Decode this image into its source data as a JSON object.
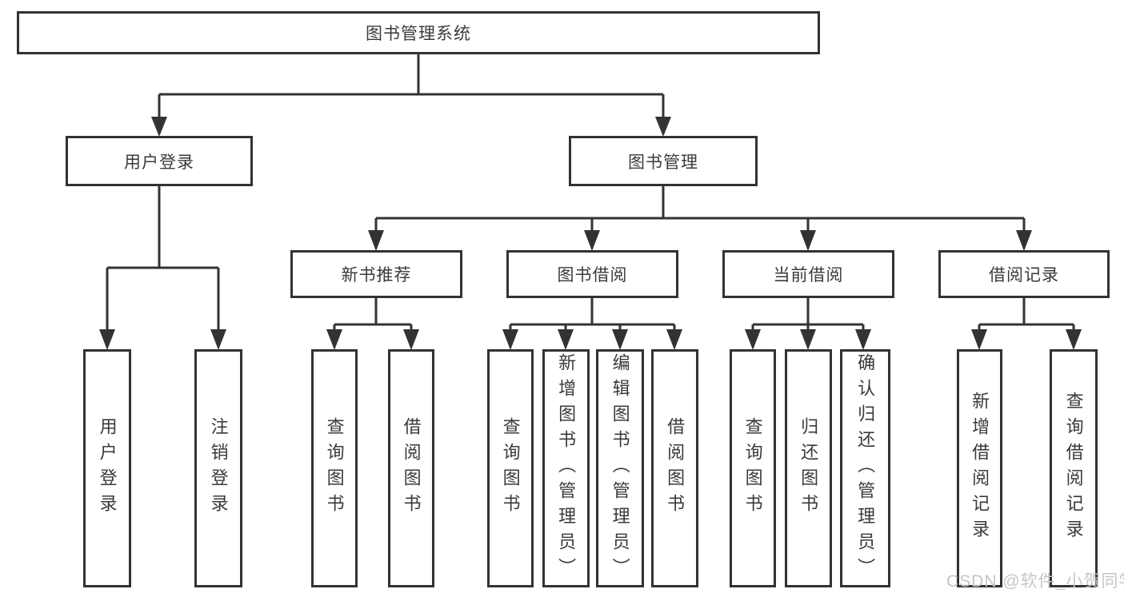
{
  "diagram": {
    "title": "图书管理系统",
    "type": "hierarchy-structure-chart",
    "colors": {
      "line": "#333333",
      "box_border": "#323232",
      "text": "#3a3a3a",
      "background": "#ffffff",
      "watermark_text_color": "#c6c6c6"
    }
  },
  "tree": {
    "root": {
      "label": "图书管理系统",
      "children": [
        {
          "label": "用户登录",
          "children": [
            {
              "label": "用户登录"
            },
            {
              "label": "注销登录"
            }
          ]
        },
        {
          "label": "图书管理",
          "children": [
            {
              "label": "新书推荐",
              "children": [
                {
                  "label": "查询图书"
                },
                {
                  "label": "借阅图书"
                }
              ]
            },
            {
              "label": "图书借阅",
              "children": [
                {
                  "label": "查询图书"
                },
                {
                  "label": "新增图书（管理员）"
                },
                {
                  "label": "编辑图书（管理员）"
                },
                {
                  "label": "借阅图书"
                }
              ]
            },
            {
              "label": "当前借阅",
              "children": [
                {
                  "label": "查询图书"
                },
                {
                  "label": "归还图书"
                },
                {
                  "label": "确认归还（管理员）"
                }
              ]
            },
            {
              "label": "借阅记录",
              "children": [
                {
                  "label": "新增借阅记录"
                },
                {
                  "label": "查询借阅记录"
                }
              ]
            }
          ]
        }
      ]
    }
  },
  "watermark": "CSDN @软件_小贺同学"
}
